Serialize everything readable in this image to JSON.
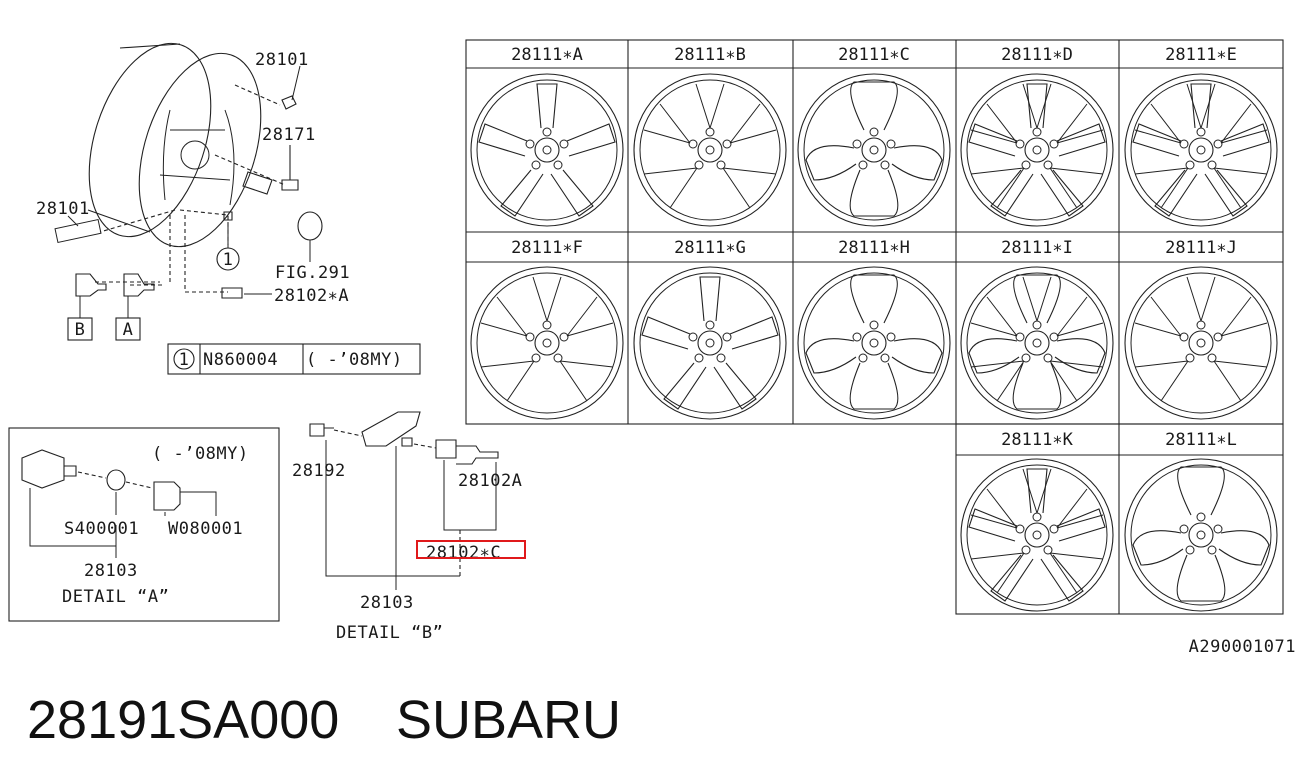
{
  "footer": {
    "part_number": "28191SA000",
    "brand": "SUBARU"
  },
  "figure_id": "A290001071",
  "wheel_grid": {
    "row1": [
      "28111∗A",
      "28111∗B",
      "28111∗C",
      "28111∗D",
      "28111∗E"
    ],
    "row2": [
      "28111∗F",
      "28111∗G",
      "28111∗H",
      "28111∗I",
      "28111∗J"
    ],
    "row3": [
      "28111∗K",
      "28111∗L"
    ]
  },
  "exploded_view": {
    "label_28101_top": "28101",
    "label_28171": "28171",
    "label_28101_left": "28101",
    "label_fig": "FIG.291",
    "label_28102a": "28102∗A",
    "callout_1": "1",
    "box_b": "B",
    "box_a": "A"
  },
  "note_table": {
    "index": "1",
    "part": "N860004",
    "applicability": "( -’08MY)"
  },
  "detail_a": {
    "note": "( -’08MY)",
    "left_part": "S400001",
    "right_part": "W080001",
    "assembly": "28103",
    "caption": "DETAIL “A”"
  },
  "detail_b": {
    "left_part": "28192",
    "right_part": "28102A",
    "highlighted_part": "28102∗C",
    "assembly": "28103",
    "caption": "DETAIL “B”"
  },
  "colors": {
    "highlight": "#e0191b",
    "line": "#222222"
  }
}
